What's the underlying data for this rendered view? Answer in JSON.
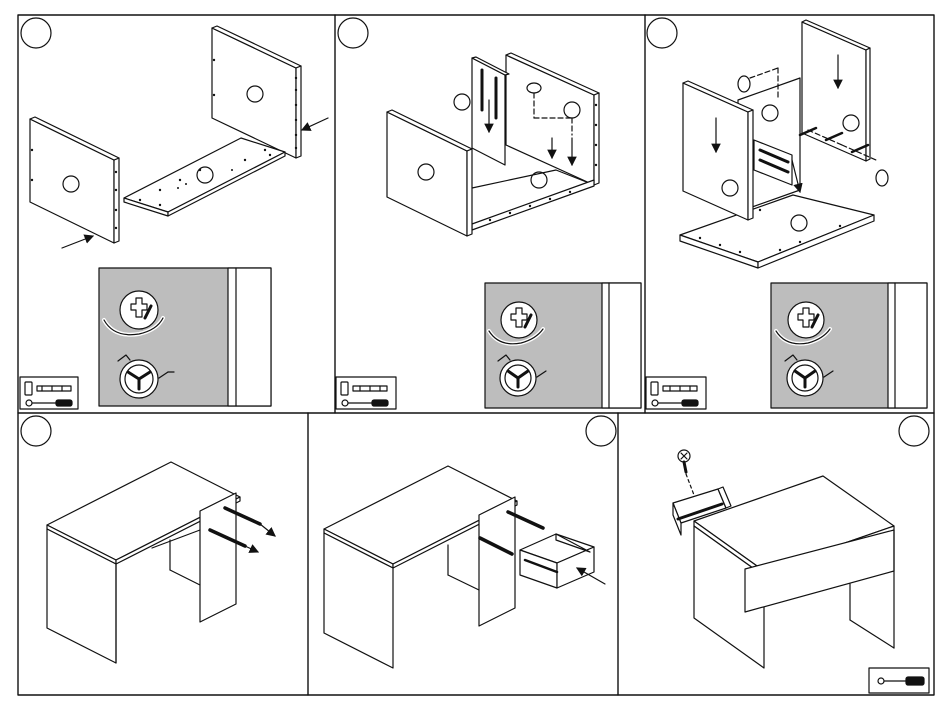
{
  "sheet": {
    "colors": {
      "line": "#111111",
      "panel_fill": "#ffffff",
      "inset_fill": "#bdbdbd",
      "tool_fill": "#ffffff"
    },
    "steps": [
      {
        "number": "",
        "icon": "cam-lock-tighten-detail"
      },
      {
        "number": "",
        "icon": "cam-lock-tighten-detail"
      },
      {
        "number": "",
        "icon": "cam-lock-tighten-detail"
      },
      {
        "number": "",
        "icon": "drawer-slide-rails"
      },
      {
        "number": "",
        "icon": "drawer-insertion"
      },
      {
        "number": "",
        "icon": "screw-fixing"
      }
    ],
    "tools": {
      "steps_1_3": [
        "hammer-icon",
        "screwdriver-icon"
      ],
      "step_6": [
        "screwdriver-icon"
      ]
    }
  }
}
